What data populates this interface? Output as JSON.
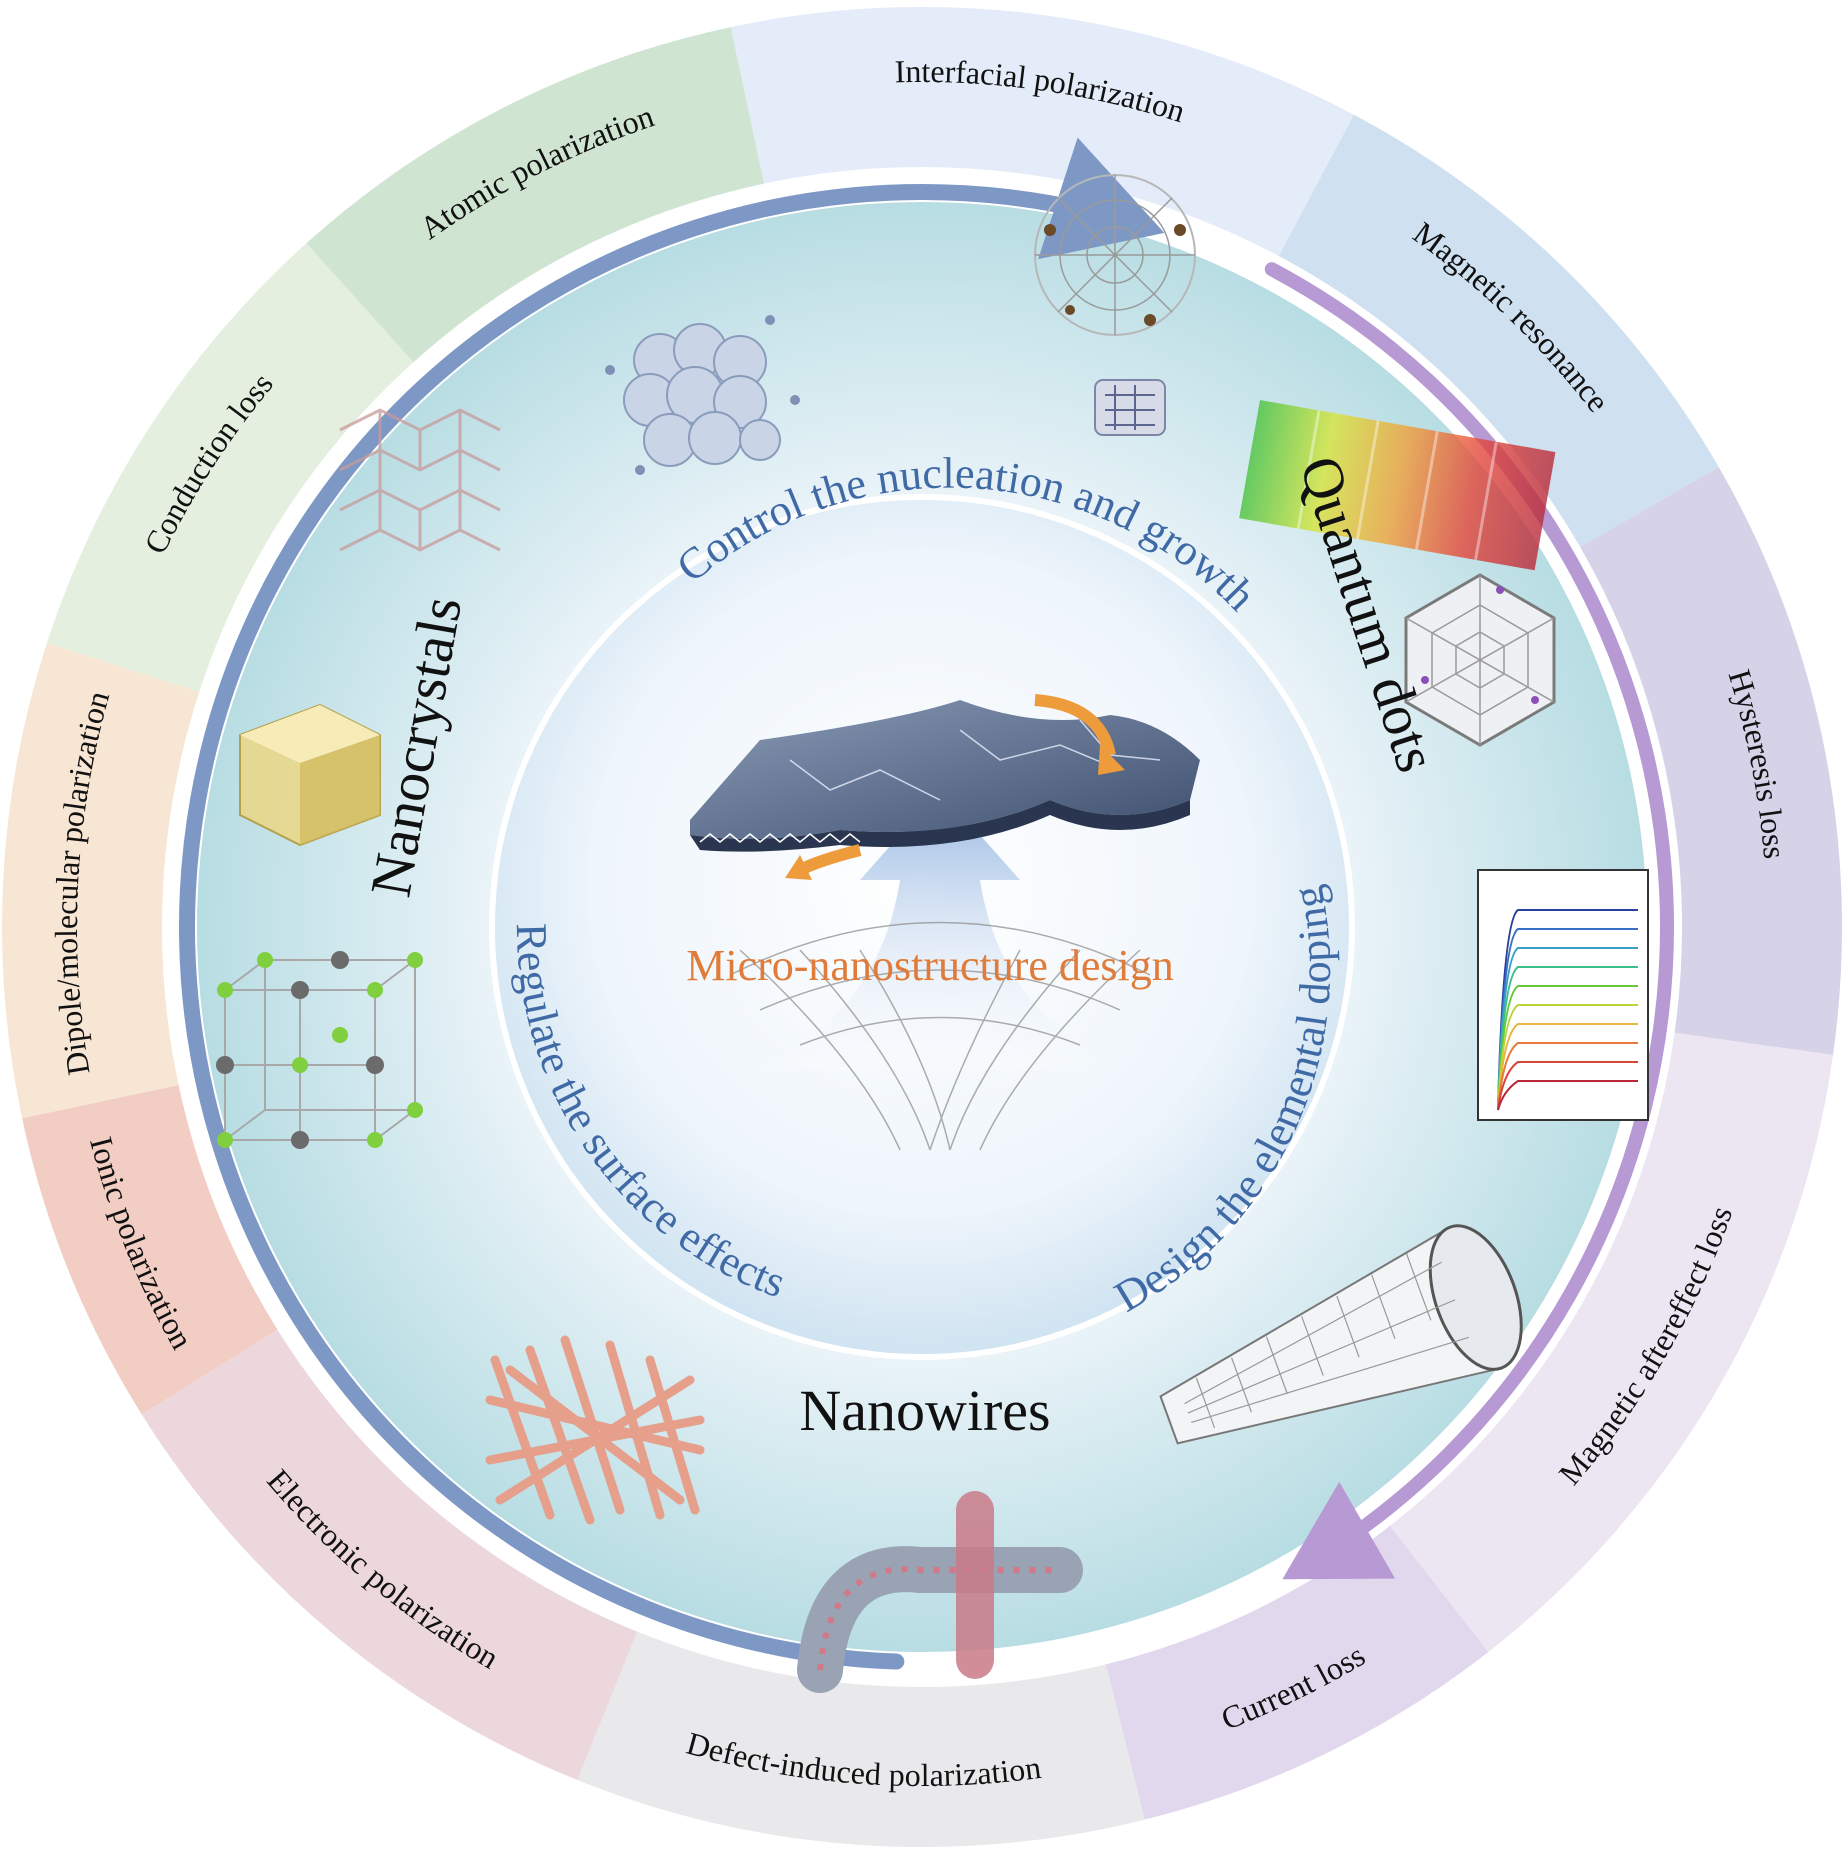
{
  "center_title": "Micro-nanostructure design",
  "inner_strategies": [
    "Control the nucleation and growth",
    "Design the elemental doping",
    "Regulate the surface effects"
  ],
  "materials": [
    "Nanocrystals",
    "Quantum dots",
    "Nanowires"
  ],
  "outer_segments": [
    {
      "label": "Interfacial polarization",
      "color": "#e3ecf8"
    },
    {
      "label": "Magnetic resonance",
      "color": "#cfe0f0"
    },
    {
      "label": "Hysteresis loss",
      "color": "#d6d3e8"
    },
    {
      "label": "Magnetic aftereffect loss",
      "color": "#ece6f3"
    },
    {
      "label": "Current loss",
      "color": "#e2d8ee"
    },
    {
      "label": "Defect-induced polarization",
      "color": "#e9e9ec"
    },
    {
      "label": "Electronic polarization",
      "color": "#ecd8dc"
    },
    {
      "label": "Ionic polarization",
      "color": "#f1cdc3"
    },
    {
      "label": "Dipole/molecular polarization",
      "color": "#f8e6d4"
    },
    {
      "label": "Conduction loss",
      "color": "#e4efe0"
    },
    {
      "label": "Atomic polarization",
      "color": "#cfe4d1"
    }
  ],
  "colors": {
    "title_orange": "#e07b39",
    "strategy_blue": "#3f6aa5",
    "arc_blue": "#7e98c6",
    "arc_purple": "#b79ad3"
  },
  "icons": [
    "layered-crystal-icon",
    "sphere-cluster-icon",
    "fullerene-icon",
    "molecule-icon",
    "color-gradient-bar-icon",
    "graphene-flake-icon",
    "spectrum-plot-icon",
    "yellow-crystal-icon",
    "lattice-cube-icon",
    "nanotube-icon",
    "nanowire-mesh-icon",
    "curved-nanotube-icon",
    "wavy-sheet-icon",
    "up-arrow-icon"
  ]
}
